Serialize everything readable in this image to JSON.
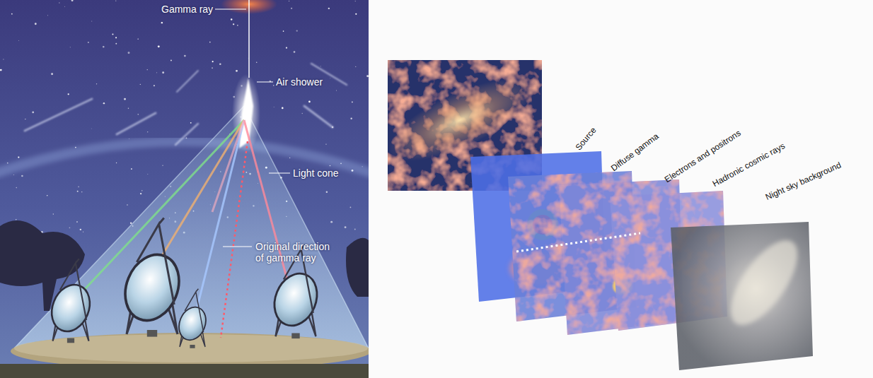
{
  "diagram": {
    "labels": [
      "Gamma ray",
      "Air shower",
      "Light cone",
      "Original direction of gamma ray",
      "Source",
      "Diffuse gamma",
      "Electrons and positrons",
      "Hadronic cosmic rays",
      "Night sky background"
    ]
  }
}
